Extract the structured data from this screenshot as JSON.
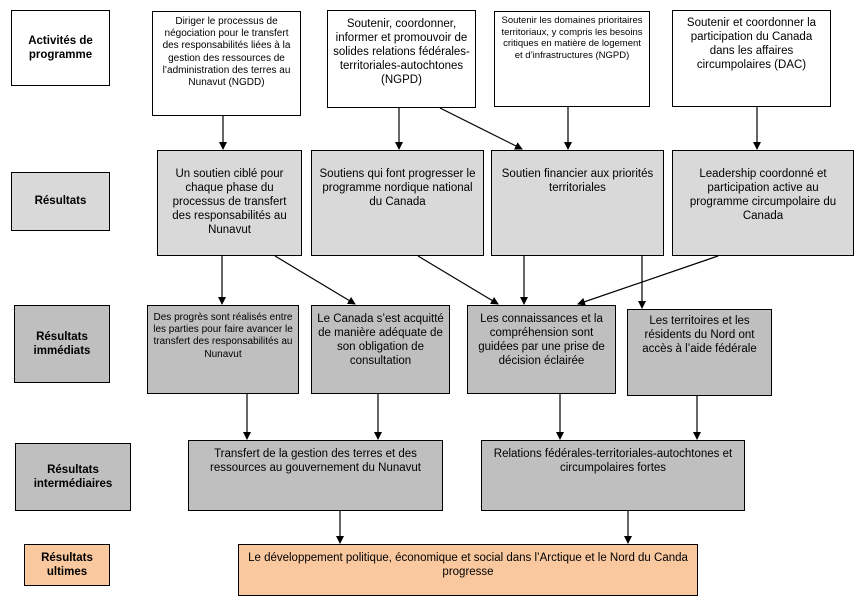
{
  "levels": {
    "activities": "Activités de programme",
    "outcomes": "Résultats",
    "immediate": "Résultats immédiats",
    "intermediate": "Résultats intermédiaires",
    "ultimate": "Résultats ultimes"
  },
  "activities": [
    "Diriger le processus de négociation pour le transfert des responsabilités liées à la gestion des ressources de l’administration des terres au Nunavut (NGDD)",
    "Soutenir, coordonner, informer et promouvoir de solides relations fédérales-territoriales-autochtones (NGPD)",
    "Soutenir les domaines prioritaires territoriaux, y compris les besoins critiques en matière de logement et d’infrastructures (NGPD)",
    "Soutenir et coordonner la participation du Canada dans les affaires circumpolaires (DAC)"
  ],
  "outcomes": [
    "Un soutien ciblé pour chaque phase du processus de transfert des responsabilités au Nunavut",
    "Soutiens qui font progresser le programme nordique national du Canada",
    "Soutien financier aux priorités territoriales",
    "Leadership coordonné et participation active au programme circumpolaire du Canada"
  ],
  "immediate": [
    "Des progrès sont réalisés entre les parties pour faire avancer le transfert des responsabilités au Nunavut",
    "Le Canada s’est acquitté de manière adéquate de son obligation de consultation",
    "Les connaissances et la compréhension sont guidées par une prise de décision éclairée",
    "Les territoires et les résidents du Nord ont accès à l’aide fédérale"
  ],
  "intermediate": [
    "Transfert de la gestion des terres et des ressources au gouvernement du Nunavut",
    "Relations fédérales-territoriales-autochtones et circumpolaires fortes"
  ],
  "ultimate": "Le développement politique, économique et social dans l’Arctique et le Nord du Canda progresse",
  "colors": {
    "activity_fill": "#ffffff",
    "outcome_fill": "#d9d9d9",
    "immediate_fill": "#bfbfbf",
    "ultimate_fill": "#f9c89f",
    "arrow": "#000000"
  }
}
